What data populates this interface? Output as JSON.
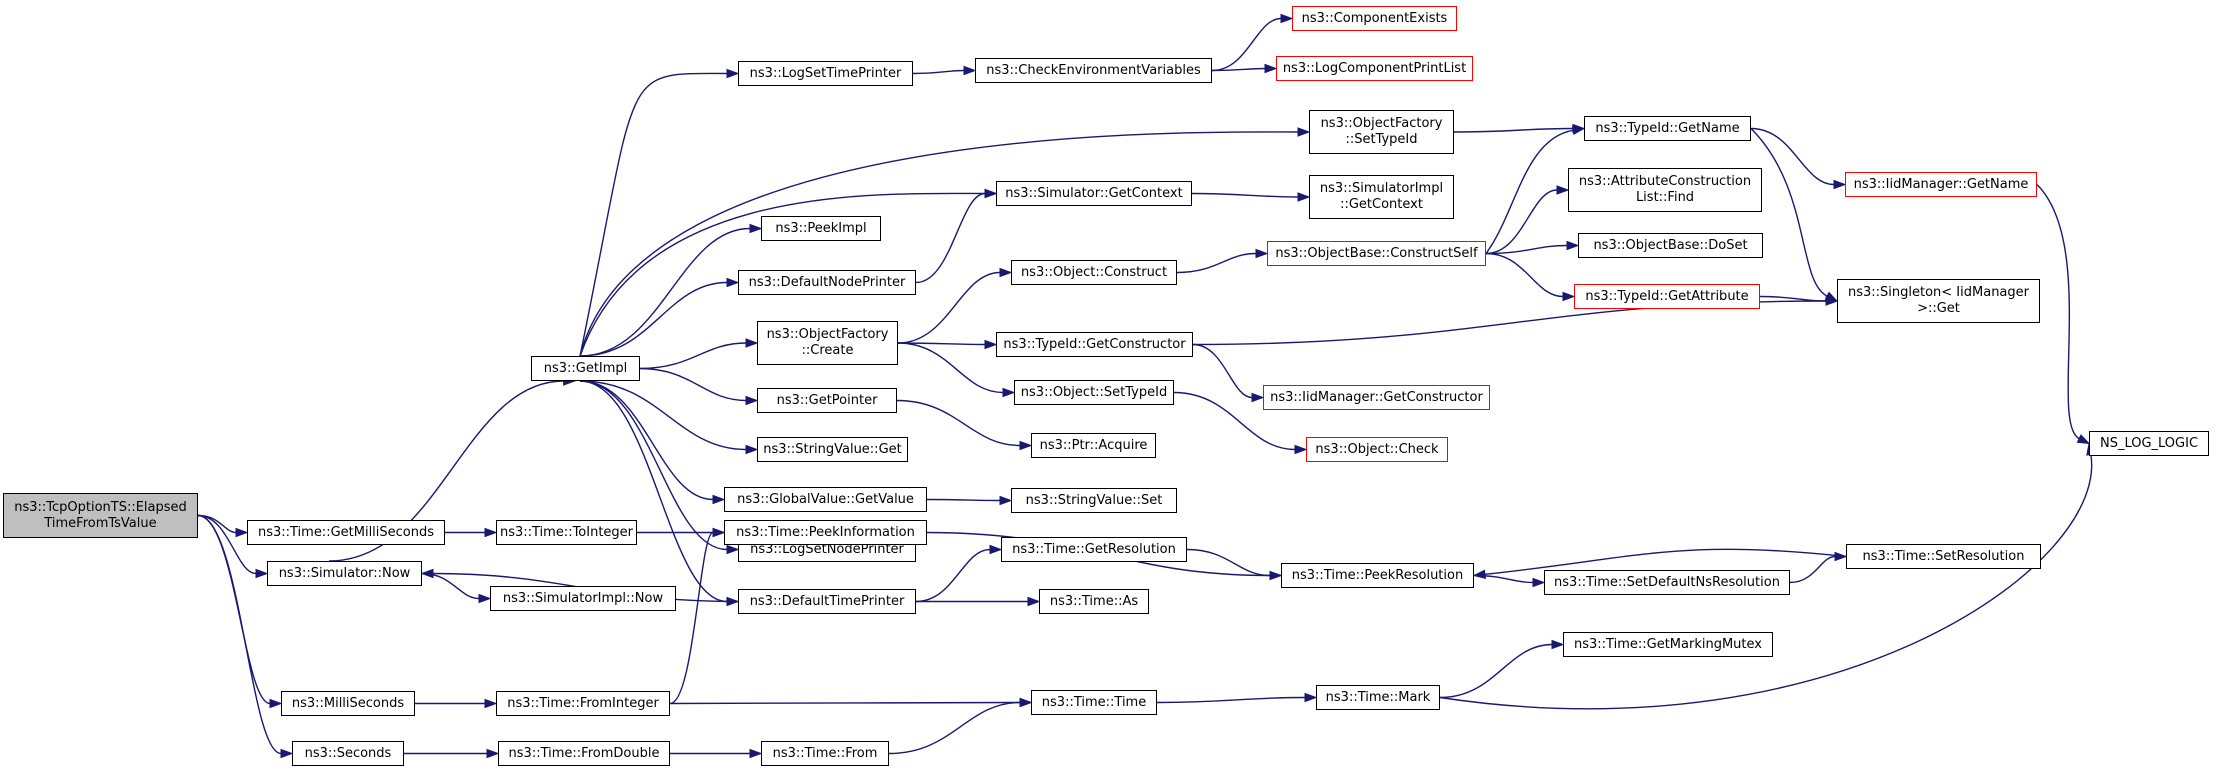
{
  "graph": {
    "root": "tcp_elapsed",
    "nodes": [
      {
        "id": "tcp_elapsed",
        "label": "ns3::TcpOptionTS::Elapsed\nTimeFromTsValue",
        "variant": "root"
      },
      {
        "id": "sim_now",
        "label": "ns3::Simulator::Now",
        "variant": "normal"
      },
      {
        "id": "time_getms",
        "label": "ns3::Time::GetMilliSeconds",
        "variant": "normal"
      },
      {
        "id": "millisec",
        "label": "ns3::MilliSeconds",
        "variant": "normal"
      },
      {
        "id": "seconds",
        "label": "ns3::Seconds",
        "variant": "normal"
      },
      {
        "id": "getimpl",
        "label": "ns3::GetImpl",
        "variant": "normal"
      },
      {
        "id": "simimpl_now",
        "label": "ns3::SimulatorImpl::Now",
        "variant": "normal"
      },
      {
        "id": "time_toint",
        "label": "ns3::Time::ToInteger",
        "variant": "normal"
      },
      {
        "id": "time_fromint",
        "label": "ns3::Time::FromInteger",
        "variant": "normal"
      },
      {
        "id": "time_fromdbl",
        "label": "ns3::Time::FromDouble",
        "variant": "normal"
      },
      {
        "id": "logsettime",
        "label": "ns3::LogSetTimePrinter",
        "variant": "normal"
      },
      {
        "id": "peekimpl",
        "label": "ns3::PeekImpl",
        "variant": "normal"
      },
      {
        "id": "defnodeprinter",
        "label": "ns3::DefaultNodePrinter",
        "variant": "normal"
      },
      {
        "id": "objfactory_create",
        "label": "ns3::ObjectFactory\n::Create",
        "variant": "normal"
      },
      {
        "id": "getpointer",
        "label": "ns3::GetPointer",
        "variant": "normal"
      },
      {
        "id": "strval_get",
        "label": "ns3::StringValue::Get",
        "variant": "normal"
      },
      {
        "id": "globval_getvalue",
        "label": "ns3::GlobalValue::GetValue",
        "variant": "normal"
      },
      {
        "id": "logsetnode",
        "label": "ns3::LogSetNodePrinter",
        "variant": "normal"
      },
      {
        "id": "deftimeprinter",
        "label": "ns3::DefaultTimePrinter",
        "variant": "normal"
      },
      {
        "id": "time_peekinfo",
        "label": "ns3::Time::PeekInformation",
        "variant": "normal"
      },
      {
        "id": "time_from",
        "label": "ns3::Time::From",
        "variant": "normal"
      },
      {
        "id": "checkenv",
        "label": "ns3::CheckEnvironmentVariables",
        "variant": "normal"
      },
      {
        "id": "sim_getctx",
        "label": "ns3::Simulator::GetContext",
        "variant": "normal"
      },
      {
        "id": "obj_construct",
        "label": "ns3::Object::Construct",
        "variant": "normal"
      },
      {
        "id": "typeid_getctor",
        "label": "ns3::TypeId::GetConstructor",
        "variant": "normal"
      },
      {
        "id": "obj_settypeid",
        "label": "ns3::Object::SetTypeId",
        "variant": "normal"
      },
      {
        "id": "ptr_acquire",
        "label": "ns3::Ptr::Acquire",
        "variant": "normal"
      },
      {
        "id": "strval_set",
        "label": "ns3::StringValue::Set",
        "variant": "normal"
      },
      {
        "id": "time_getres",
        "label": "ns3::Time::GetResolution",
        "variant": "normal"
      },
      {
        "id": "time_as",
        "label": "ns3::Time::As",
        "variant": "normal"
      },
      {
        "id": "time_time",
        "label": "ns3::Time::Time",
        "variant": "normal"
      },
      {
        "id": "compexists",
        "label": "ns3::ComponentExists",
        "variant": "external"
      },
      {
        "id": "logcompprint",
        "label": "ns3::LogComponentPrintList",
        "variant": "external"
      },
      {
        "id": "objfactory_settypeid",
        "label": "ns3::ObjectFactory\n::SetTypeId",
        "variant": "normal"
      },
      {
        "id": "simimpl_getctx",
        "label": "ns3::SimulatorImpl\n::GetContext",
        "variant": "normal"
      },
      {
        "id": "objbase_cself",
        "label": "ns3::ObjectBase::ConstructSelf",
        "variant": "external"
      },
      {
        "id": "iidmgr_getctor",
        "label": "ns3::IidManager::GetConstructor",
        "variant": "external"
      },
      {
        "id": "obj_check",
        "label": "ns3::Object::Check",
        "variant": "external"
      },
      {
        "id": "time_peekres",
        "label": "ns3::Time::PeekResolution",
        "variant": "normal"
      },
      {
        "id": "time_mark",
        "label": "ns3::Time::Mark",
        "variant": "normal"
      },
      {
        "id": "typeid_getname",
        "label": "ns3::TypeId::GetName",
        "variant": "normal"
      },
      {
        "id": "attrcl_find",
        "label": "ns3::AttributeConstruction\nList::Find",
        "variant": "normal"
      },
      {
        "id": "objbase_doset",
        "label": "ns3::ObjectBase::DoSet",
        "variant": "normal"
      },
      {
        "id": "typeid_getattr",
        "label": "ns3::TypeId::GetAttribute",
        "variant": "external"
      },
      {
        "id": "time_setdefns",
        "label": "ns3::Time::SetDefaultNsResolution",
        "variant": "normal"
      },
      {
        "id": "time_getmarkmutex",
        "label": "ns3::Time::GetMarkingMutex",
        "variant": "normal"
      },
      {
        "id": "iidmgr_getname",
        "label": "ns3::IidManager::GetName",
        "variant": "external"
      },
      {
        "id": "singleton_get",
        "label": "ns3::Singleton< IidManager\n >::Get",
        "variant": "normal"
      },
      {
        "id": "time_setres",
        "label": "ns3::Time::SetResolution",
        "variant": "normal"
      },
      {
        "id": "ns_log_logic",
        "label": "NS_LOG_LOGIC",
        "variant": "normal"
      }
    ],
    "edges": [
      [
        "tcp_elapsed",
        "sim_now"
      ],
      [
        "tcp_elapsed",
        "time_getms"
      ],
      [
        "tcp_elapsed",
        "millisec"
      ],
      [
        "tcp_elapsed",
        "seconds"
      ],
      [
        "sim_now",
        "getimpl"
      ],
      [
        "sim_now",
        "simimpl_now"
      ],
      [
        "getimpl",
        "logsettime"
      ],
      [
        "getimpl",
        "objfactory_settypeid"
      ],
      [
        "getimpl",
        "sim_getctx"
      ],
      [
        "getimpl",
        "peekimpl"
      ],
      [
        "getimpl",
        "defnodeprinter"
      ],
      [
        "getimpl",
        "objfactory_create"
      ],
      [
        "getimpl",
        "getpointer"
      ],
      [
        "getimpl",
        "strval_get"
      ],
      [
        "getimpl",
        "globval_getvalue"
      ],
      [
        "getimpl",
        "logsetnode"
      ],
      [
        "getimpl",
        "deftimeprinter"
      ],
      [
        "logsettime",
        "checkenv"
      ],
      [
        "checkenv",
        "compexists"
      ],
      [
        "checkenv",
        "logcompprint"
      ],
      [
        "objfactory_settypeid",
        "typeid_getname"
      ],
      [
        "sim_getctx",
        "simimpl_getctx"
      ],
      [
        "defnodeprinter",
        "sim_getctx"
      ],
      [
        "objfactory_create",
        "obj_construct"
      ],
      [
        "objfactory_create",
        "typeid_getctor"
      ],
      [
        "objfactory_create",
        "obj_settypeid"
      ],
      [
        "obj_construct",
        "objbase_cself"
      ],
      [
        "objbase_cself",
        "typeid_getname"
      ],
      [
        "objbase_cself",
        "attrcl_find"
      ],
      [
        "objbase_cself",
        "objbase_doset"
      ],
      [
        "objbase_cself",
        "typeid_getattr"
      ],
      [
        "typeid_getattr",
        "singleton_get"
      ],
      [
        "typeid_getname",
        "iidmgr_getname"
      ],
      [
        "typeid_getname",
        "singleton_get"
      ],
      [
        "iidmgr_getname",
        "ns_log_logic"
      ],
      [
        "typeid_getctor",
        "singleton_get"
      ],
      [
        "typeid_getctor",
        "iidmgr_getctor"
      ],
      [
        "obj_settypeid",
        "obj_check"
      ],
      [
        "getpointer",
        "ptr_acquire"
      ],
      [
        "globval_getvalue",
        "strval_set"
      ],
      [
        "deftimeprinter",
        "sim_now"
      ],
      [
        "deftimeprinter",
        "time_getres"
      ],
      [
        "deftimeprinter",
        "time_as"
      ],
      [
        "time_getres",
        "time_peekres"
      ],
      [
        "time_peekres",
        "time_setdefns"
      ],
      [
        "time_setdefns",
        "time_setres"
      ],
      [
        "time_setres",
        "time_peekres"
      ],
      [
        "time_getms",
        "time_toint"
      ],
      [
        "time_toint",
        "time_peekinfo"
      ],
      [
        "time_peekinfo",
        "time_peekres"
      ],
      [
        "millisec",
        "time_fromint"
      ],
      [
        "time_fromint",
        "time_peekinfo"
      ],
      [
        "time_fromint",
        "time_time"
      ],
      [
        "time_time",
        "time_mark"
      ],
      [
        "time_mark",
        "time_getmarkmutex"
      ],
      [
        "time_mark",
        "ns_log_logic"
      ],
      [
        "seconds",
        "time_fromdbl"
      ],
      [
        "time_fromdbl",
        "time_from"
      ],
      [
        "time_from",
        "time_time"
      ]
    ]
  }
}
